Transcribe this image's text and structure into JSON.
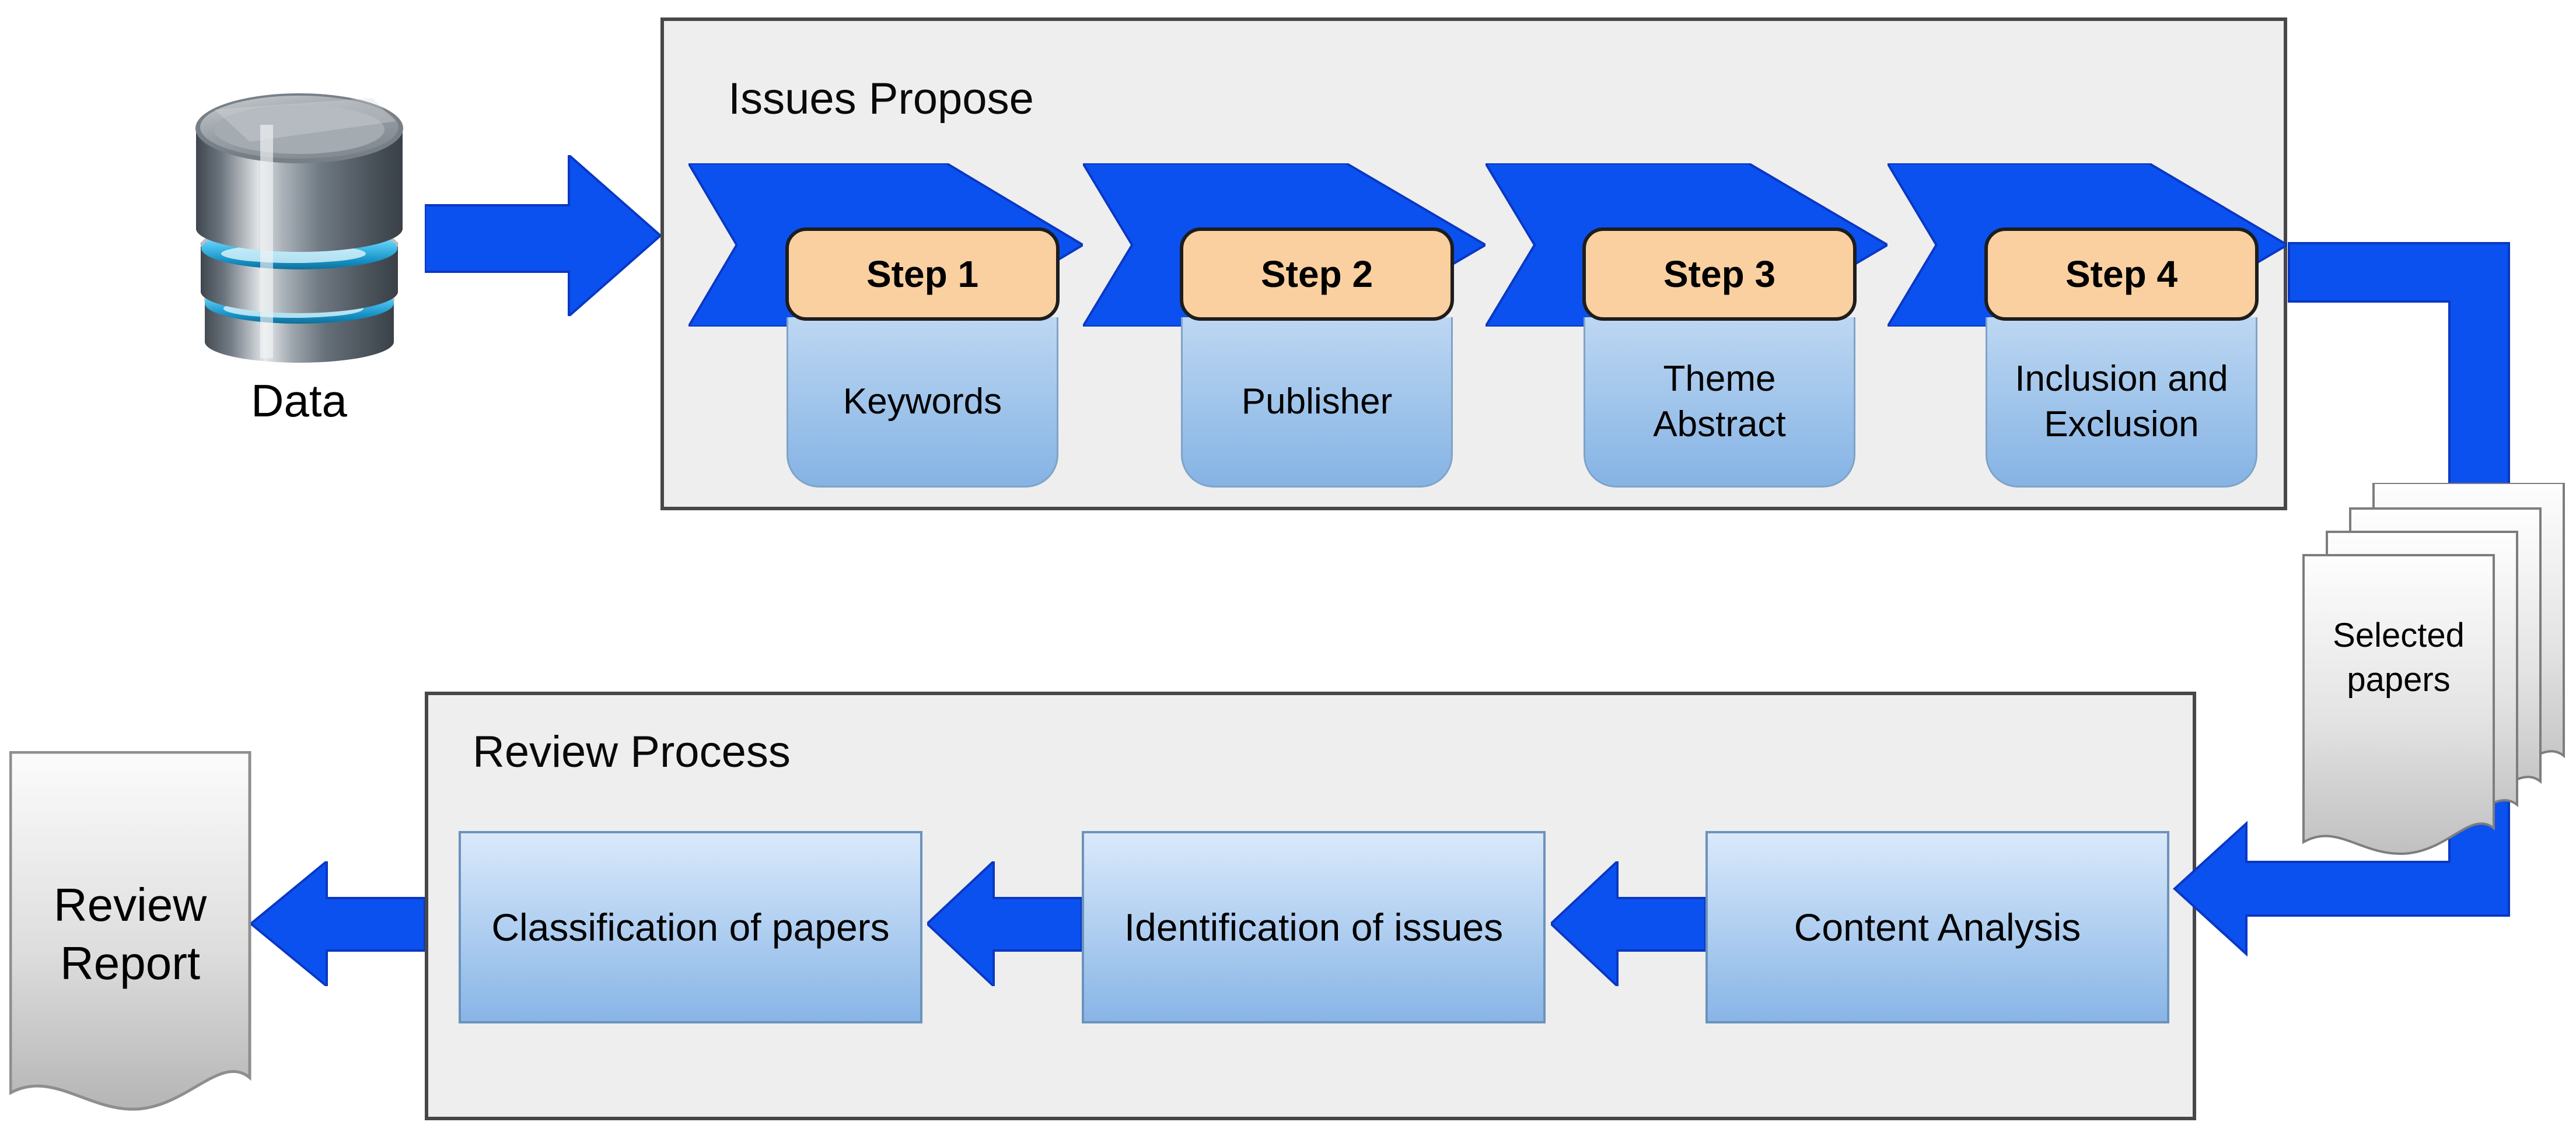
{
  "data_source": {
    "label": "Data"
  },
  "issues_box": {
    "title": "Issues Propose",
    "steps": [
      {
        "header": "Step 1",
        "label": "Keywords"
      },
      {
        "header": "Step 2",
        "label": "Publisher"
      },
      {
        "header": "Step 3",
        "label": "Theme\nAbstract"
      },
      {
        "header": "Step 4",
        "label": "Inclusion and\nExclusion"
      }
    ]
  },
  "selected_papers": {
    "label": "Selected\npapers"
  },
  "review_box": {
    "title": "Review Process",
    "stages": [
      {
        "label": "Content Analysis"
      },
      {
        "label": "Identification of issues"
      },
      {
        "label": "Classification of papers"
      }
    ]
  },
  "report": {
    "label": "Review\nReport"
  },
  "colors": {
    "arrow_blue": "#0b51ef",
    "arrow_border_blue": "#0a38c4",
    "step_header_orange": "#fad0a0",
    "step_body_blue_top": "#bdd7f2",
    "step_body_blue_bottom": "#85b3e4",
    "stage_blue_top": "#dae9fb",
    "stage_blue_bottom": "#88b5e6",
    "panel_gray": "#eeeeee",
    "panel_border_gray": "#47474a",
    "paper_gray": "#c6c6c6",
    "db_glow_cyan": "#54c8f2"
  }
}
